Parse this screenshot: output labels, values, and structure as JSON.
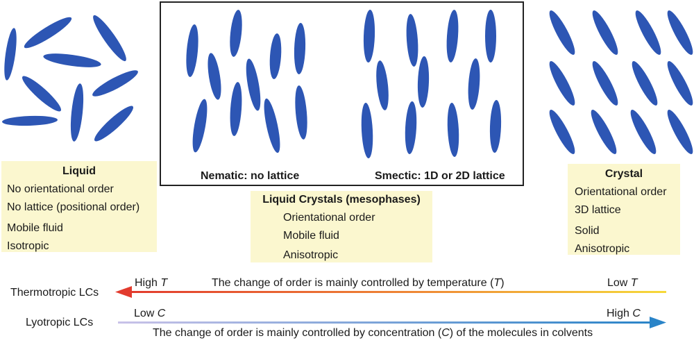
{
  "colors": {
    "molecule": "#2d56b4",
    "box_fill": "#fbf7cf",
    "thermo_start": "#e23b2e",
    "thermo_end": "#f6d93a",
    "lyo_start": "#c9c2e8",
    "lyo_end": "#2a84c8"
  },
  "phases": {
    "liquid": {
      "title": "Liquid",
      "lines": [
        "No orientational order",
        "No lattice (positional order)",
        "Mobile fluid",
        "Isotropic"
      ]
    },
    "nematic_label": "Nematic: no lattice",
    "smectic_label": "Smectic: 1D or 2D lattice",
    "liquid_crystals": {
      "title": "Liquid Crystals (mesophases)",
      "lines": [
        "Orientational order",
        "Mobile fluid",
        "Anisotropic"
      ]
    },
    "crystal": {
      "title": "Crystal",
      "lines": [
        "Orientational order",
        "3D lattice",
        "Solid",
        "Anisotropic"
      ]
    }
  },
  "thermotropic": {
    "label": "Thermotropic LCs",
    "high": "High ",
    "high_var": "T",
    "low": "Low ",
    "low_var": "T",
    "caption_pre": "The change of order is mainly controlled by temperature (",
    "caption_var": "T",
    "caption_post": ")"
  },
  "lyotropic": {
    "label": "Lyotropic LCs",
    "low": "Low ",
    "low_var": "C",
    "high": "High ",
    "high_var": "C",
    "caption_pre": "The change of order is mainly controlled by concentration (",
    "caption_var": "C",
    "caption_post": ") of the molecules in colvents"
  }
}
